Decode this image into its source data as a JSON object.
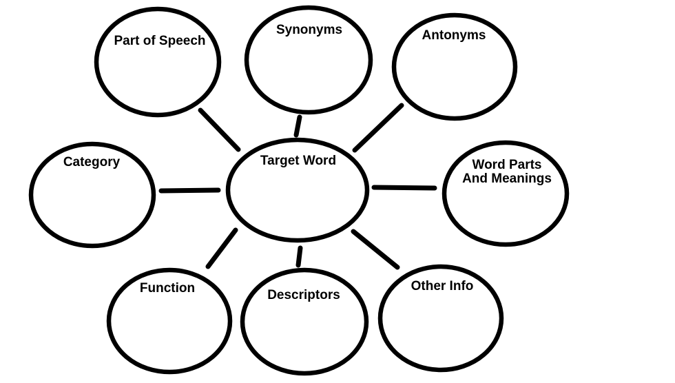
{
  "diagram": {
    "type": "word-map-graphic-organizer",
    "background_color": "#ffffff",
    "stroke_color": "#000000",
    "text_color": "#000000",
    "center_node": {
      "label": "Target Word"
    },
    "nodes": [
      {
        "label": "Part of Speech"
      },
      {
        "label": "Synonyms"
      },
      {
        "label": "Antonyms"
      },
      {
        "label": "Category"
      },
      {
        "label": "Word Parts\nAnd Meanings"
      },
      {
        "label": "Function"
      },
      {
        "label": "Descriptors"
      },
      {
        "label": "Other Info"
      }
    ]
  }
}
